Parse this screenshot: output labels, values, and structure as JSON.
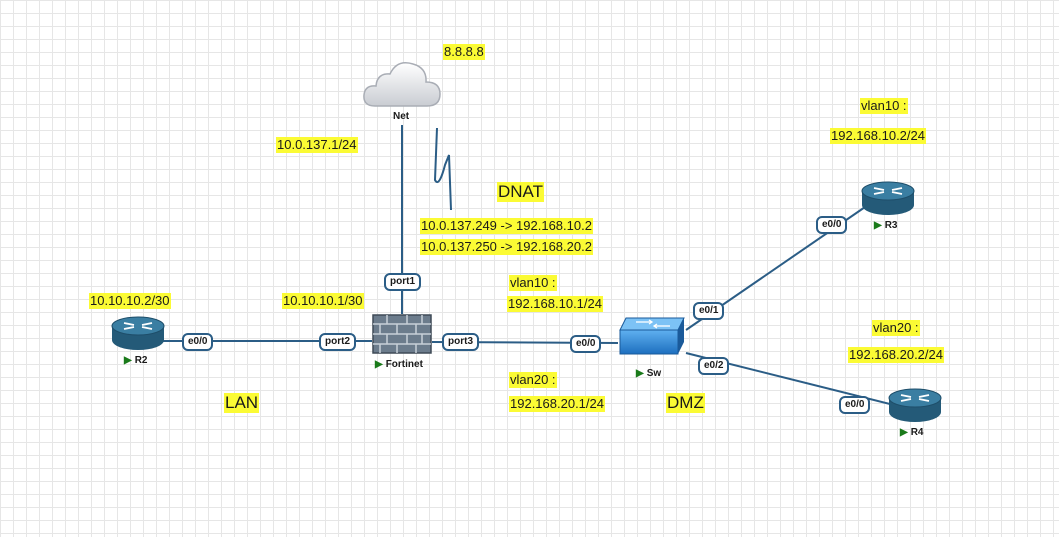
{
  "nodes": {
    "net": "Net",
    "fortinet": "Fortinet",
    "switch": "Sw",
    "r2": "R2",
    "r3": "R3",
    "r4": "R4"
  },
  "ports": {
    "fortinet_port1": "port1",
    "fortinet_port2": "port2",
    "fortinet_port3": "port3",
    "r2_e00": "e0/0",
    "sw_e00": "e0/0",
    "sw_e01": "e0/1",
    "sw_e02": "e0/2",
    "r3_e00": "e0/0",
    "r4_e00": "e0/0"
  },
  "labels": {
    "public_dns": "8.8.8.8",
    "wan_ip": "10.0.137.1/24",
    "dnat_title": "DNAT",
    "dnat_rule_1": "10.0.137.249 -> 192.168.10.2",
    "dnat_rule_2": "10.0.137.250 -> 192.168.20.2",
    "r2_ip": "10.10.10.2/30",
    "fortinet_lan_ip": "10.10.10.1/30",
    "vlan10_gw_name": "vlan10 :",
    "vlan10_gw_ip": "192.168.10.1/24",
    "vlan20_gw_name": "vlan20 :",
    "vlan20_gw_ip": "192.168.20.1/24",
    "r3_vlan_name": "vlan10 :",
    "r3_ip": "192.168.10.2/24",
    "r4_vlan_name": "vlan20 :",
    "r4_ip": "192.168.20.2/24",
    "lan_zone": "LAN",
    "dmz_zone": "DMZ"
  },
  "colors": {
    "link": "#2b5d86",
    "highlight": "#fbfb34",
    "router": "#2e6e8e",
    "firewall": "#5a6a7a",
    "switch": "#2a7fd0",
    "run_indicator": "#1a7a1a"
  },
  "icons": {
    "net": "cloud-icon",
    "fortinet": "firewall-icon",
    "switch": "switch-icon",
    "routers": "router-icon",
    "running": "play-icon"
  }
}
